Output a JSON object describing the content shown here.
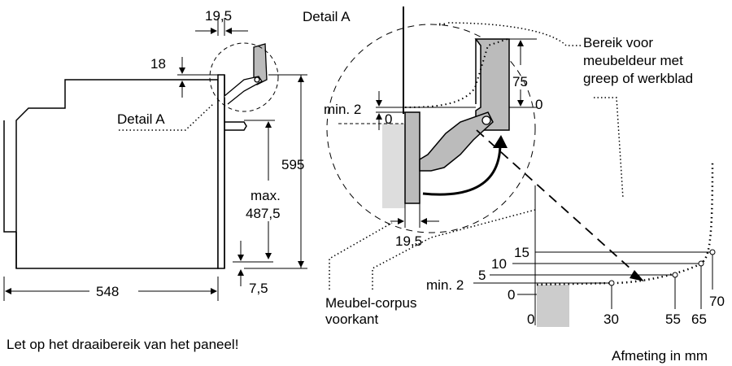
{
  "main_view": {
    "dim_top": "19,5",
    "dim_18": "18",
    "detail_label": "Detail A",
    "dim_595": "595",
    "dim_max": "max.",
    "dim_4875": "487,5",
    "dim_548": "548",
    "dim_75b": "7,5"
  },
  "detail_view": {
    "title": "Detail A",
    "range_label": [
      "Bereik voor",
      "meubeldeur met",
      "greep of werkblad"
    ],
    "dim_min2": "min. 2",
    "dim_0a": "0",
    "dim_75": "75",
    "dim_0b": "0",
    "dim_195": "19,5",
    "cabinet_label": [
      "Meubel-corpus",
      "voorkant"
    ]
  },
  "graph": {
    "y_labels": [
      "15",
      "10",
      "5",
      "min. 2",
      "0"
    ],
    "x_labels": [
      "0",
      "30",
      "55",
      "65",
      "70"
    ]
  },
  "notes": {
    "warning": "Let op het draaibereik van het paneel!",
    "unit": "Afmeting in mm"
  }
}
